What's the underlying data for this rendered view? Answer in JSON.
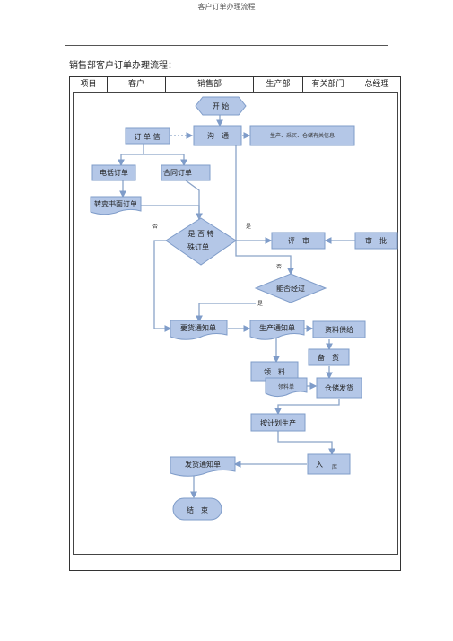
{
  "doc_title": "客户订单办理流程",
  "intro": "销售部客户订单办理流程：",
  "columns": [
    "项目",
    "客户",
    "销售部",
    "生产部",
    "有关部门",
    "总经理"
  ],
  "nodes": {
    "start": "开 始",
    "order_info": "订 单 信",
    "communicate": "沟　通",
    "prod_info": "生产、采买、仓储有关信息",
    "phone_order": "电话订单",
    "contract_order": "合同订单",
    "convert_order": "转变书面订单",
    "special_order": "是 否 特\n殊订单",
    "review": "评　审",
    "approve": "审　批",
    "can_pass": "能否经过",
    "delivery_req": "要货通知单",
    "prod_notice": "生产通知单",
    "material_supply": "资料供给",
    "prepare": "备　货",
    "material": "领　料",
    "material_form": "领料单",
    "warehouse_ship": "仓储发货",
    "plan_produce": "按计划生产",
    "inbound": "入",
    "inbound_sub": "库",
    "ship_notice": "发货通知单",
    "end": "结　束"
  },
  "labels": {
    "no1": "否",
    "yes1": "是",
    "no2": "否",
    "yes2": "是"
  },
  "colors": {
    "box_fill": "#b4c7e7",
    "box_stroke": "#7f9cc9",
    "line": "#8aa3c8"
  }
}
